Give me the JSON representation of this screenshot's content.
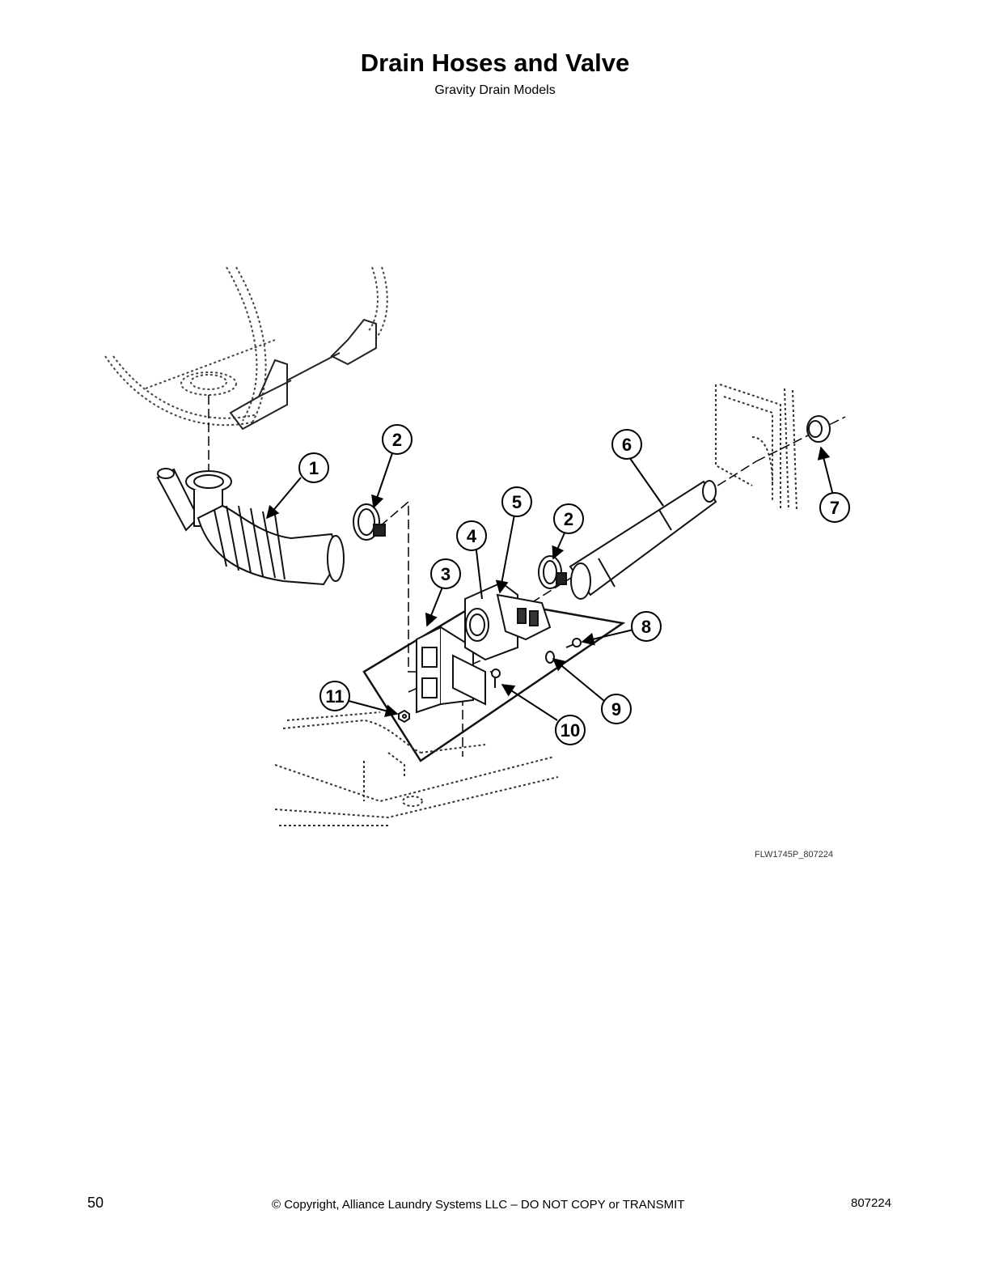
{
  "header": {
    "title": "Drain Hoses and Valve",
    "subtitle": "Gravity Drain Models"
  },
  "diagram": {
    "drawing_id": "FLW1745P_807224",
    "callouts": [
      {
        "name": "callout-1",
        "label": "1"
      },
      {
        "name": "callout-2-upper",
        "label": "2"
      },
      {
        "name": "callout-2-lower",
        "label": "2"
      },
      {
        "name": "callout-3",
        "label": "3"
      },
      {
        "name": "callout-4",
        "label": "4"
      },
      {
        "name": "callout-5",
        "label": "5"
      },
      {
        "name": "callout-6",
        "label": "6"
      },
      {
        "name": "callout-7",
        "label": "7"
      },
      {
        "name": "callout-8",
        "label": "8"
      },
      {
        "name": "callout-9",
        "label": "9"
      },
      {
        "name": "callout-10",
        "label": "10"
      },
      {
        "name": "callout-11",
        "label": "11"
      }
    ]
  },
  "footer": {
    "page_number": "50",
    "copyright": "© Copyright, Alliance Laundry Systems LLC – DO NOT COPY or TRANSMIT",
    "doc_number": "807224"
  }
}
